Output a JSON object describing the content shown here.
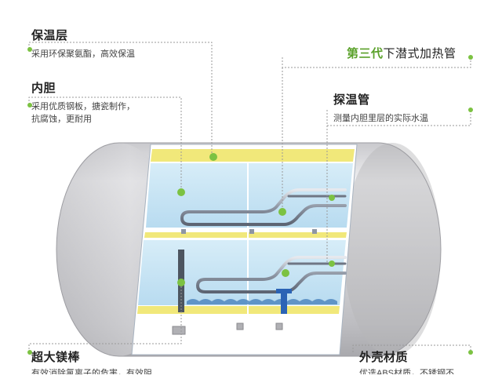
{
  "labels": {
    "insulation": {
      "title": "保温层",
      "desc": "采用环保聚氨酯，高效保温"
    },
    "liner": {
      "title": "内胆",
      "desc_line1": "采用优质钢板，搪瓷制作，",
      "desc_line2": "抗腐蚀，更耐用"
    },
    "heating_tube": {
      "title_accent": "第三代",
      "title_rest": "下潜式加热管"
    },
    "temp_probe": {
      "title": "探温管",
      "desc": "测量内胆里层的实际水温"
    },
    "magnesium_rod": {
      "title": "超大镁棒",
      "desc": "有效消除氯离子的危害，有效阻"
    },
    "shell": {
      "title": "外壳材质",
      "desc": "优选ABS材质，不锈钢不"
    }
  },
  "colors": {
    "accent_green": "#7cc242",
    "insulation_yellow": "#f1e87a",
    "water_blue": "#c8e4f4",
    "shell_gray": "#d6d6d9",
    "pipe_gray": "#8e96a4"
  }
}
